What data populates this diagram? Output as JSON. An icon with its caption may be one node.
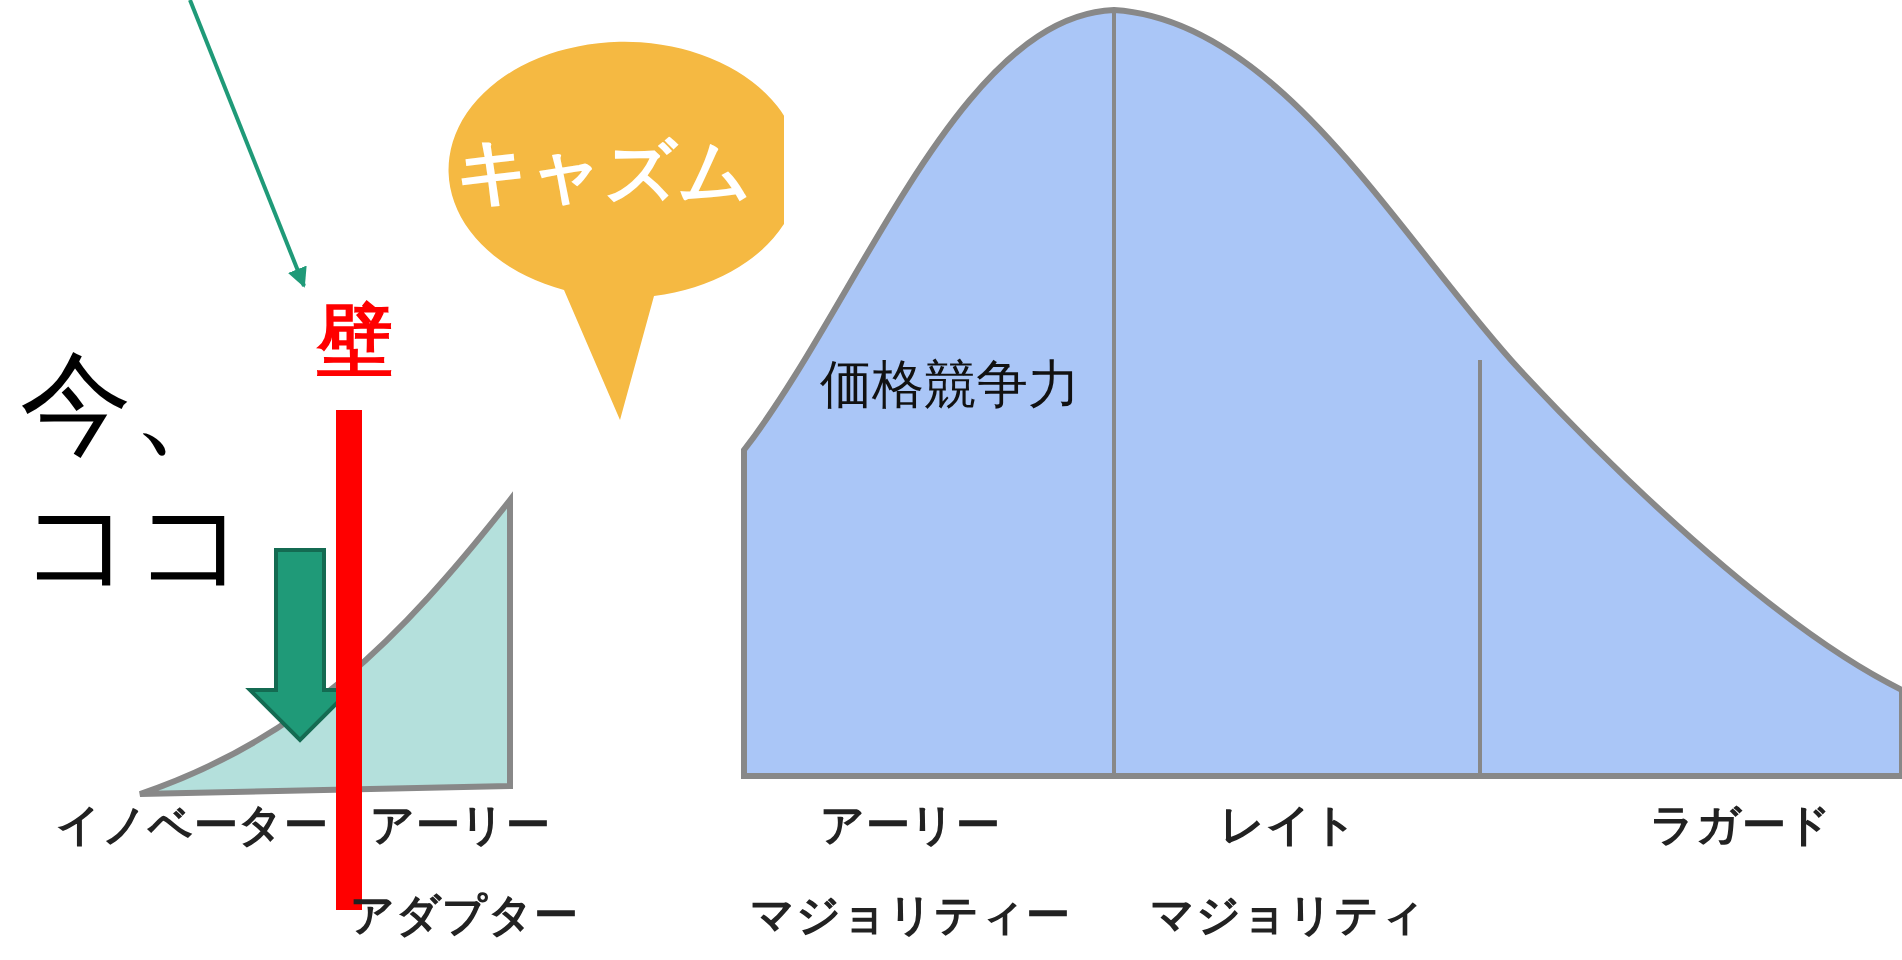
{
  "diagram": {
    "nodes": [
      {
        "text": [
          "キャズム"
        ]
      },
      {
        "text": [
          "壁"
        ]
      },
      {
        "text": [
          "価格競争力"
        ]
      }
    ],
    "edges": [
      {
        "from": null,
        "to": 1,
        "arrow": "to",
        "color": "#1f9a78"
      }
    ],
    "labels": [
      "今、ココ",
      "イノベーター",
      "アーリー",
      "アーリー",
      "レイト",
      "ラガード",
      "アダプター",
      "マジョリティー",
      "マジョリティ"
    ]
  }
}
